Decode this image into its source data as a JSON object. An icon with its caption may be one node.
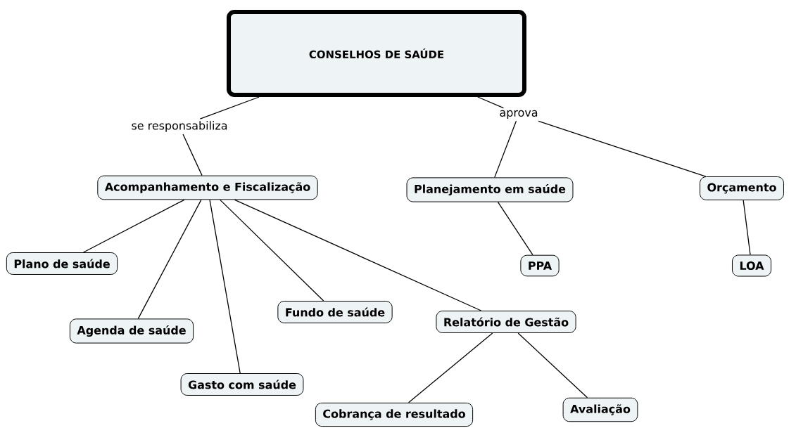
{
  "diagram": {
    "nodes": [
      {
        "text": [
          "CONSELHOS DE SAÚDE"
        ]
      },
      {
        "text": [
          "se responsabiliza"
        ]
      },
      {
        "text": [
          "aprova"
        ]
      },
      {
        "text": [
          "Acompanhamento e Fiscalização"
        ]
      },
      {
        "text": [
          "Planejamento em saúde"
        ]
      },
      {
        "text": [
          "Orçamento"
        ]
      },
      {
        "text": [
          "Plano de saúde"
        ]
      },
      {
        "text": [
          "Agenda de saúde"
        ]
      },
      {
        "text": [
          "Gasto com saúde"
        ]
      },
      {
        "text": [
          "Fundo de saúde"
        ]
      },
      {
        "text": [
          "Relatório de Gestão"
        ]
      },
      {
        "text": [
          "PPA"
        ]
      },
      {
        "text": [
          "LOA"
        ]
      },
      {
        "text": [
          "Cobrança de resultado"
        ]
      },
      {
        "text": [
          "Avaliação"
        ]
      }
    ],
    "edges": [
      {
        "from": 0,
        "to": 1,
        "arrow": "none"
      },
      {
        "from": 1,
        "to": 3,
        "arrow": "none"
      },
      {
        "from": 0,
        "to": 2,
        "arrow": "none"
      },
      {
        "from": 2,
        "to": 4,
        "arrow": "none"
      },
      {
        "from": 2,
        "to": 5,
        "arrow": "none"
      },
      {
        "from": 3,
        "to": 6,
        "arrow": "none"
      },
      {
        "from": 3,
        "to": 7,
        "arrow": "none"
      },
      {
        "from": 3,
        "to": 8,
        "arrow": "none"
      },
      {
        "from": 3,
        "to": 9,
        "arrow": "none"
      },
      {
        "from": 3,
        "to": 10,
        "arrow": "none"
      },
      {
        "from": 4,
        "to": 11,
        "arrow": "none"
      },
      {
        "from": 5,
        "to": 12,
        "arrow": "none"
      },
      {
        "from": 10,
        "to": 13,
        "arrow": "none"
      },
      {
        "from": 10,
        "to": 14,
        "arrow": "none"
      }
    ]
  }
}
